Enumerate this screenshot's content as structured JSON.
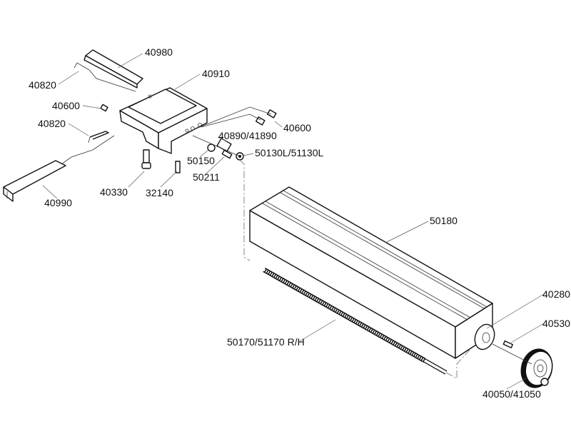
{
  "diagram": {
    "type": "exploded-parts-diagram",
    "callouts": [
      {
        "part": "40980"
      },
      {
        "part": "40820"
      },
      {
        "part": "40910"
      },
      {
        "part": "40600"
      },
      {
        "part": "40820"
      },
      {
        "part": "40600"
      },
      {
        "part": "40890/41890"
      },
      {
        "part": "50150"
      },
      {
        "part": "50130L/51130L"
      },
      {
        "part": "50211"
      },
      {
        "part": "40330"
      },
      {
        "part": "32140"
      },
      {
        "part": "40990"
      },
      {
        "part": "50180"
      },
      {
        "part": "40280"
      },
      {
        "part": "40530"
      },
      {
        "part": "50170/51170 R/H"
      },
      {
        "part": "40050/41050"
      }
    ]
  }
}
